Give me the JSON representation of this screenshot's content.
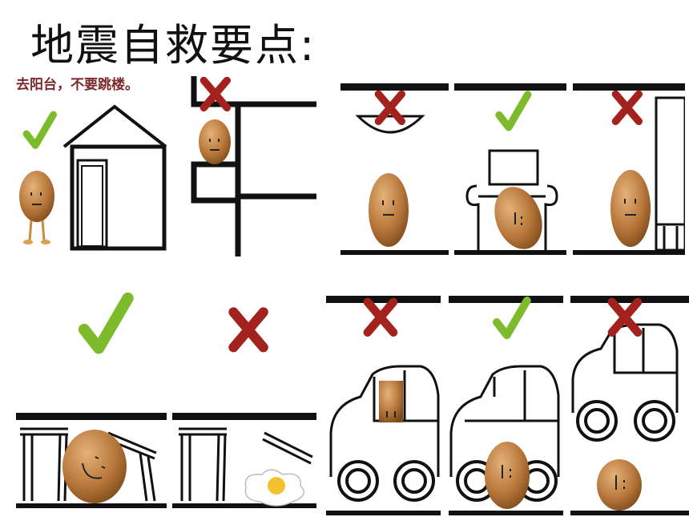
{
  "slide": {
    "title": "地震自救要点:",
    "caption": "去阳台，不要跳楼。"
  },
  "colors": {
    "check": "#7dbb2c",
    "cross": "#a3221e",
    "egg": "#b8773a",
    "egg_dark": "#7c4a1b",
    "line": "#111111"
  },
  "scenes": [
    {
      "name": "balcony-vs-window",
      "marks": [
        "check",
        "cross"
      ]
    },
    {
      "name": "under-bowl-chair-wardrobe",
      "marks": [
        "cross",
        "check",
        "cross"
      ]
    },
    {
      "name": "next-to-table-vs-under-table",
      "marks": [
        "check",
        "cross"
      ]
    },
    {
      "name": "inside-beside-under-car",
      "marks": [
        "cross",
        "check",
        "cross"
      ]
    }
  ]
}
